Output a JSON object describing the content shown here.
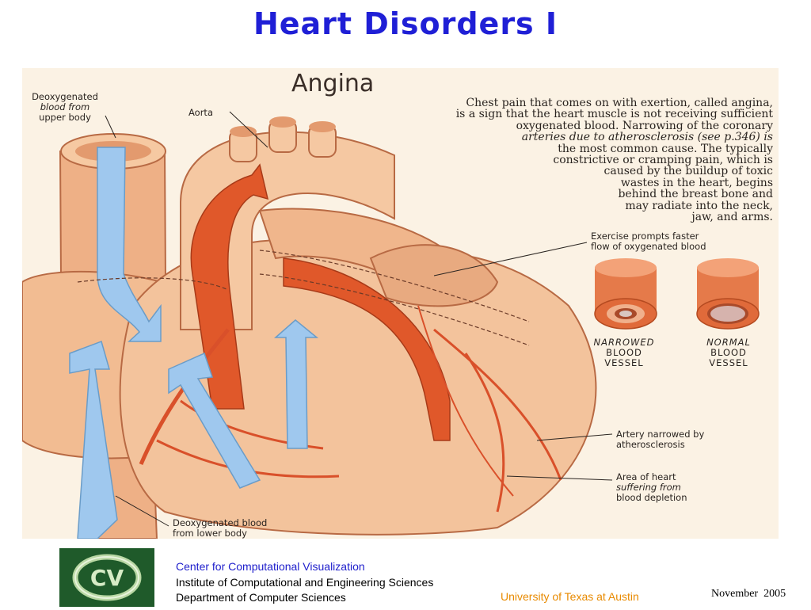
{
  "slide": {
    "title": "Heart Disorders I"
  },
  "figure": {
    "heading": "Angina",
    "caption_lines": [
      "Chest pain that comes on with exertion, called angina,",
      "is a sign that the heart muscle is not receiving sufficient",
      "oxygenated blood. Narrowing of the coronary",
      "arteries due to atherosclerosis (see p.346) is",
      "the most common cause. The typically",
      "constrictive or cramping pain, which is",
      "caused by the buildup of toxic",
      "wastes in the heart, begins",
      "behind the breast bone and",
      "may radiate into the neck,",
      "jaw, and arms."
    ],
    "labels": {
      "deoxy_upper_line1": "Deoxygenated",
      "deoxy_upper_line2": "blood from",
      "deoxy_upper_line3": "upper body",
      "aorta": "Aorta",
      "exercise_line1": "Exercise prompts faster",
      "exercise_line2": "flow of oxygenated blood",
      "artery_narrowed_line1": "Artery narrowed by",
      "artery_narrowed_line2": "atherosclerosis",
      "area_line1": "Area of heart",
      "area_line2": "suffering from",
      "area_line3": "blood depletion",
      "deoxy_lower_line1": "Deoxygenated blood",
      "deoxy_lower_line2": "from lower body"
    },
    "vessels": {
      "narrowed_line1": "NARROWED",
      "narrowed_line2": "BLOOD",
      "narrowed_line3": "VESSEL",
      "normal_line1": "NORMAL",
      "normal_line2": "BLOOD",
      "normal_line3": "VESSEL"
    },
    "colors": {
      "heart": "#f0b88a",
      "artery": "#e0582a",
      "deoxy_flow": "#9fc8ee",
      "background": "#fbf2e4"
    }
  },
  "footer": {
    "center_line1": "Center for Computational Visualization",
    "center_line2": "Institute of Computational and Engineering Sciences",
    "center_line3": "Department of Computer Sciences",
    "university": "University of Texas at Austin",
    "date": "November  2005",
    "logo_text": "CV"
  }
}
